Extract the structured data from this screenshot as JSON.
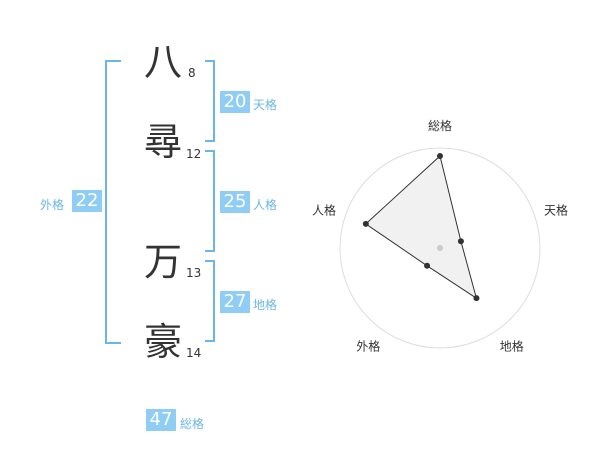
{
  "name": {
    "chars": [
      {
        "char": "八",
        "strokes": "8"
      },
      {
        "char": "尋",
        "strokes": "12"
      },
      {
        "char": "万",
        "strokes": "13"
      },
      {
        "char": "豪",
        "strokes": "14"
      }
    ]
  },
  "kakusu": {
    "tenkaku": {
      "value": "20",
      "label": "天格"
    },
    "jinkaku": {
      "value": "25",
      "label": "人格"
    },
    "chikaku": {
      "value": "27",
      "label": "地格"
    },
    "gaikaku": {
      "value": "22",
      "label": "外格"
    },
    "soukaku": {
      "value": "47",
      "label": "総格"
    }
  },
  "colors": {
    "accent": "#8fcdf5",
    "bracket": "#6cb6e6",
    "text": "#333333"
  },
  "chart_data": {
    "type": "radar",
    "axes": [
      "総格",
      "天格",
      "地格",
      "外格",
      "人格"
    ],
    "values": [
      0.92,
      0.22,
      0.62,
      0.22,
      0.78
    ],
    "range": [
      0,
      1
    ],
    "grid": true,
    "rings": 4
  }
}
